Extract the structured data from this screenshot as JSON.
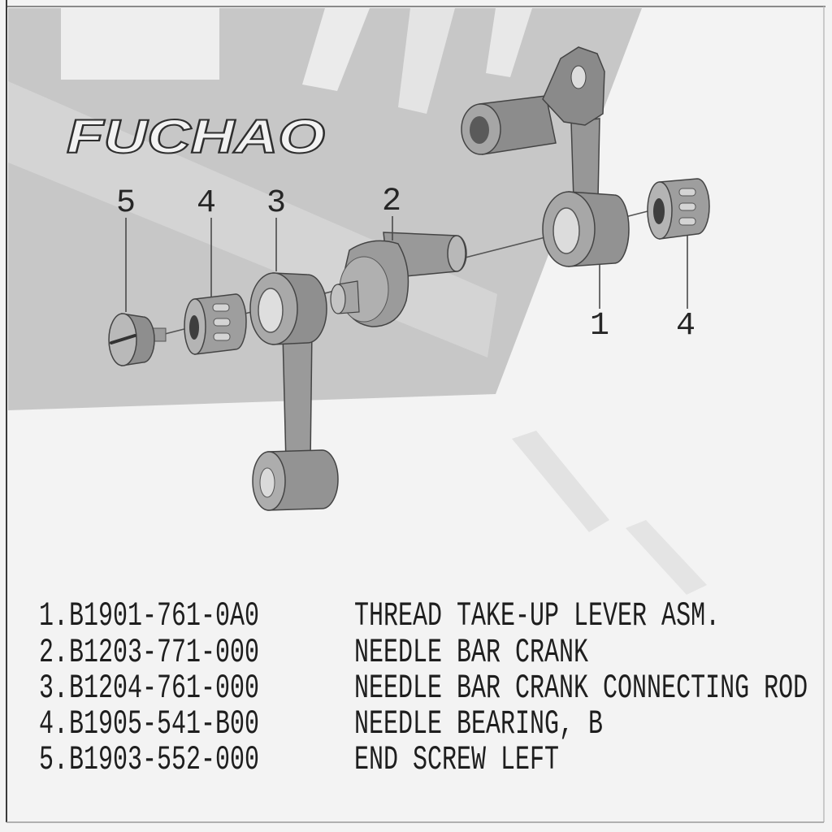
{
  "logo": {
    "text": "FUCHAO",
    "subtitle": "福朝国际"
  },
  "callouts": [
    {
      "label": "5"
    },
    {
      "label": "4"
    },
    {
      "label": "3"
    },
    {
      "label": "2"
    },
    {
      "label": "1"
    },
    {
      "label": "4"
    }
  ],
  "parts": [
    {
      "number": "1.",
      "code": "B1901-761-0A0",
      "description": "THREAD TAKE-UP LEVER ASM."
    },
    {
      "number": "2.",
      "code": "B1203-771-000",
      "description": "NEEDLE BAR CRANK"
    },
    {
      "number": "3.",
      "code": "B1204-761-000",
      "description": "NEEDLE BAR CRANK CONNECTING ROD"
    },
    {
      "number": "4.",
      "code": "B1905-541-B00",
      "description": "NEEDLE BEARING, B"
    },
    {
      "number": "5.",
      "code": "B1903-552-000",
      "description": "END SCREW LEFT"
    }
  ],
  "colors": {
    "background": "#f3f3f3",
    "photo_band": "#c7c7c7",
    "part_gray": "#9a9a9a",
    "ink": "#1e1e1e"
  }
}
